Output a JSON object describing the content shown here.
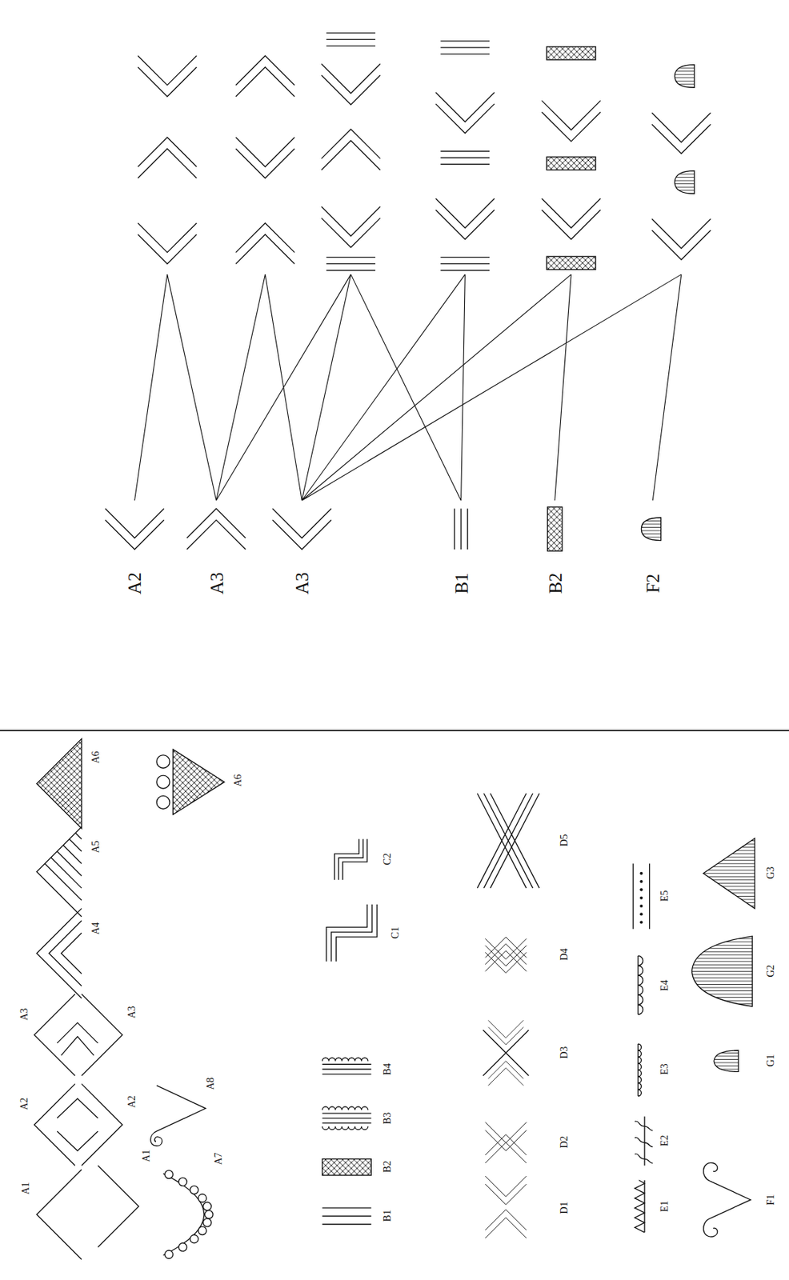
{
  "diagram": {
    "labels": [
      "A2",
      "A3",
      "A3",
      "B1",
      "B2",
      "F2",
      "A1",
      "A1",
      "A2",
      "A2",
      "A3",
      "A3",
      "A4",
      "A5",
      "A6",
      "A7",
      "A8",
      "A6",
      "B1",
      "B2",
      "B3",
      "B4",
      "C1",
      "C2",
      "D1",
      "D2",
      "D3",
      "D4",
      "D5",
      "E1",
      "E2",
      "E3",
      "E4",
      "E5",
      "F1",
      "G1",
      "G2",
      "G3"
    ]
  }
}
